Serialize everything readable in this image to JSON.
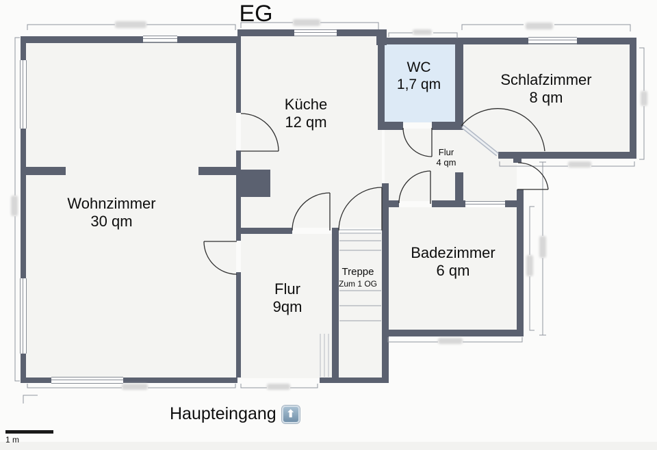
{
  "title": "EG",
  "rooms": {
    "wohnzimmer": {
      "name": "Wohnzimmer",
      "area": "30 qm"
    },
    "kueche": {
      "name": "Küche",
      "area": "12 qm"
    },
    "wc": {
      "name": "WC",
      "area": "1,7 qm"
    },
    "schlafzimmer": {
      "name": "Schlafzimmer",
      "area": "8 qm"
    },
    "flur_klein": {
      "name": "Flur",
      "area": "4 qm"
    },
    "badezimmer": {
      "name": "Badezimmer",
      "area": "6 qm"
    },
    "flur": {
      "name": "Flur",
      "area": "9qm"
    },
    "treppe": {
      "name": "Treppe",
      "note": "Zum 1 OG"
    }
  },
  "entrance": {
    "label": "Haupteingang",
    "arrow_icon": "⬆"
  },
  "scale_bar": {
    "label": "1 m"
  },
  "colors": {
    "wall": "#5b6170",
    "wc_fill": "#ddeaf6",
    "floor": "#f4f4f2",
    "dimension_lines": "#8f949d",
    "door_arcs": "#2f2f2f"
  }
}
